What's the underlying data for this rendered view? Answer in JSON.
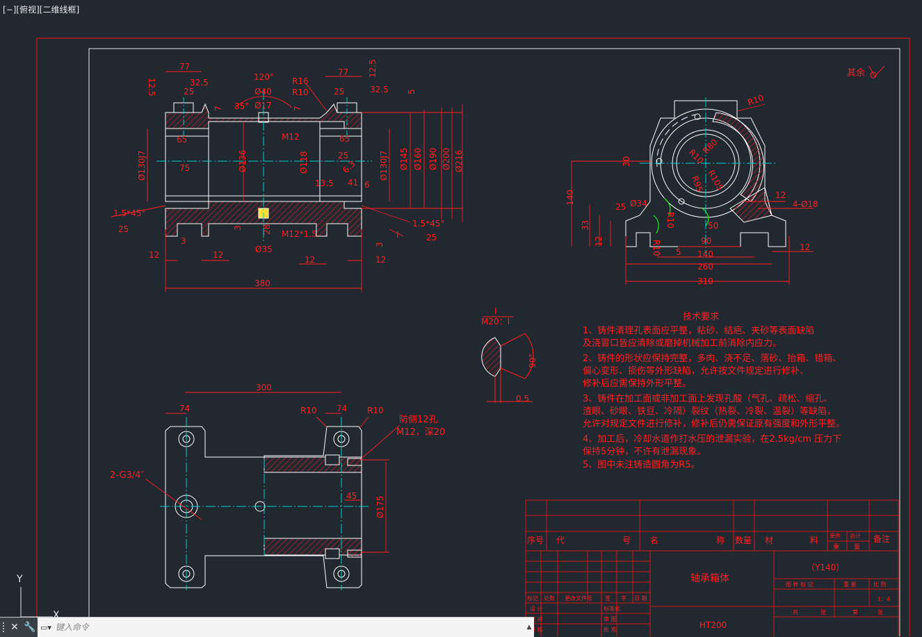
{
  "viewport": {
    "label": "[−][俯视][二维线框]"
  },
  "colors": {
    "background": "#212830",
    "frame": "#d01818",
    "geometry": "#ffffff",
    "center": "#00d0d0",
    "dim": "#ff2020",
    "hatch": "#d02020",
    "green": "#20d020"
  },
  "front_view_dims": {
    "d77a": "77",
    "d77b": "77",
    "d32_5a": "32.5",
    "d32_5b": "32.5",
    "d25a": "25",
    "d25b": "25",
    "d12_5a": "12.5",
    "d12_5b": "12.5",
    "ang120": "120°",
    "ang35": "35°",
    "r16": "R16",
    "r10": "R10",
    "d40": "Ø40",
    "d17": "Ø17",
    "m12": "M12",
    "d5": "5",
    "d7a": "7",
    "d7b": "7",
    "d65a": "65",
    "d65b": "65",
    "d75": "75",
    "d130j7a": "Ø130J7",
    "d130j7b": "Ø130J7",
    "d136": "Ø136",
    "d118": "Ø118",
    "d145": "Ø145",
    "d160": "Ø160",
    "d190": "Ø190",
    "d200": "Ø200",
    "d216": "Ø216",
    "d25c": "25",
    "d6_3": "6.3",
    "d13_5": "13.5",
    "d41": "41",
    "d6": "6",
    "d15x45a": "1.5*45°",
    "d15x45b": "1.5*45°",
    "rough25a": "25",
    "rough25b": "25",
    "d3a": "3",
    "d3b": "3",
    "d12a": "12",
    "d12b": "12",
    "d12c": "12",
    "d12d": "12",
    "d28": "28",
    "m12x15": "M12*1.5",
    "d35": "Ø35",
    "d3c": "3",
    "d380": "380",
    "section_mark": "I"
  },
  "side_view_dims": {
    "r10a": "R10",
    "r10b": "R10",
    "r10c": "R10",
    "r10d": "R10",
    "r80": "R80",
    "r95": "R95",
    "r105": "R105",
    "r10ev": "R10",
    "d30": "30",
    "d140v": "140",
    "d25": "25",
    "d34": "Ø34",
    "d33": "33",
    "d12v": "12",
    "d12a": "12",
    "d12b": "12",
    "d4x18": "4-Ø18",
    "d50": "50",
    "d90": "90",
    "d5": "5",
    "d140": "140",
    "d260": "260",
    "d310": "310",
    "rough_other": "其余"
  },
  "detail_view": {
    "title": "I",
    "scale": "M20：I",
    "d05": "0.5",
    "ang90": "90°"
  },
  "plan_view_dims": {
    "d300": "300",
    "d74a": "74",
    "d74b": "74",
    "r10a": "R10",
    "r10b": "R10",
    "holes_note1": "防侧12孔",
    "holes_note2": "M12，深20",
    "c34": "2-G3/4″",
    "d45": "45",
    "d175": "Ø175"
  },
  "tech_req": {
    "title": "技术要求",
    "lines": [
      "1、铸件清理孔表面应平整，粘砂、结疤、夹砂等表面缺陷",
      "及浇冒口皆应清除或磨掉机械加工前消除内应力。",
      "2、铸件的形状应保持完整，多肉、浇不足、落砂、抬箱、错箱、",
      "偏心变形、损伤等外形缺陷，允许按文件规定进行修补、",
      "修补后应需保持外形平整。",
      "3、铸件在加工面或非加工面上发现孔酸（气孔、疏松、缩孔、",
      "渣眼、砂眼、铁豆、冷隔）裂纹（热裂、冷裂、温裂）等缺陷，",
      "允许对规定文件进行修补，修补后仍需保证原有强度和外形平整。",
      "4、加工后，冷却水道作打水压的泄漏实验，在2.5kg/cm 压力下",
      "保持5分钟，不许有泄漏现象。",
      "5、图中未注铸造圆角为R5。"
    ]
  },
  "title_block": {
    "h_seq": "序号",
    "h_code": "代",
    "h_num": "号",
    "h_name": "名",
    "h_title": "称",
    "h_qty": "数量",
    "h_mat": "材",
    "h_mat2": "料",
    "h_single": "单件",
    "h_total": "总计",
    "h_weight1": "重",
    "h_weight2": "量",
    "h_note": "备注",
    "part_name": "轴承箱体",
    "material": "HT200",
    "drawing_no": "（Y140）",
    "r_mark": "标记",
    "r_count": "处数",
    "r_doc": "更改文件号",
    "r_sign": "签",
    "r_name": "字",
    "r_date": "日 期",
    "r_design": "设 计",
    "r_std": "标准化",
    "r_check": "校 对",
    "r_review": "审 图",
    "r_craft": "审 核",
    "r_approve": "批 准",
    "stage": "图 样 标 记",
    "weight": "重 量",
    "ratio": "比 例",
    "scale": "1：4",
    "sheet1": "共",
    "sheet2": "张",
    "sheet3": "第",
    "sheet4": "张"
  },
  "ucs": {
    "y": "Y",
    "x": "X"
  },
  "command_line": {
    "placeholder": "键入命令"
  }
}
